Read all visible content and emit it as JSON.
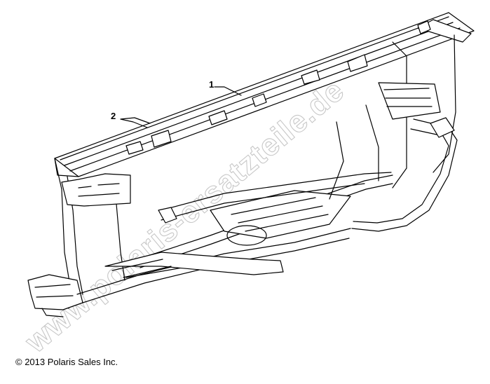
{
  "callouts": [
    {
      "id": "1",
      "label": "1"
    },
    {
      "id": "2",
      "label": "2"
    }
  ],
  "watermark": "www.polaris-ersatzteile.de",
  "copyright": "© 2013 Polaris Sales Inc.",
  "colors": {
    "line": "#000000",
    "background": "#ffffff",
    "watermark": "#b9b9b9"
  }
}
